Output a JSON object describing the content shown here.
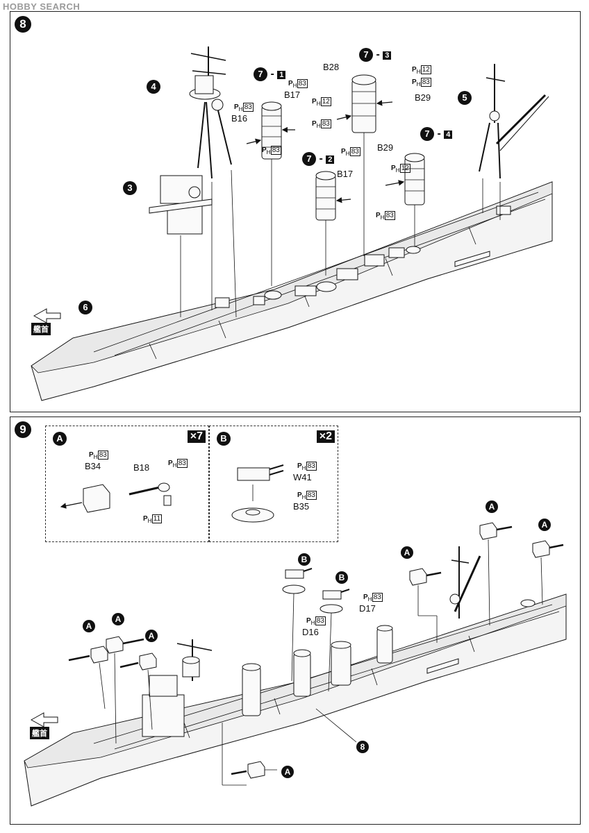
{
  "watermark": "HOBBY SEARCH",
  "steps": {
    "s8": "8",
    "s9": "9"
  },
  "bow_label": "艦首",
  "step8": {
    "callouts": [
      "4",
      "3",
      "6",
      "5"
    ],
    "funnel_callouts": [
      {
        "num": "7",
        "sub": "1"
      },
      {
        "num": "7",
        "sub": "2"
      },
      {
        "num": "7",
        "sub": "3"
      },
      {
        "num": "7",
        "sub": "4"
      }
    ],
    "parts": [
      "B16",
      "B17",
      "B17",
      "B28",
      "B29",
      "B29"
    ],
    "ph_codes": [
      "83",
      "83",
      "12",
      "83",
      "83",
      "12",
      "83",
      "12",
      "83",
      "83"
    ]
  },
  "step9": {
    "sub_a": {
      "label": "A",
      "mult": "×7",
      "parts": [
        "B34",
        "B18"
      ],
      "ph": [
        "83",
        "83",
        "11"
      ]
    },
    "sub_b": {
      "label": "B",
      "mult": "×2",
      "parts": [
        "W41",
        "B35"
      ],
      "ph": [
        "83",
        "83"
      ]
    },
    "parts": [
      "D16",
      "D17"
    ],
    "ph": [
      "83",
      "83"
    ],
    "callout_a": [
      "A",
      "A",
      "A",
      "A",
      "A",
      "A",
      "A"
    ],
    "callout_b": [
      "B",
      "B"
    ],
    "hull_callout": "8"
  },
  "ph_prefix": "P",
  "ph_sub": "H"
}
